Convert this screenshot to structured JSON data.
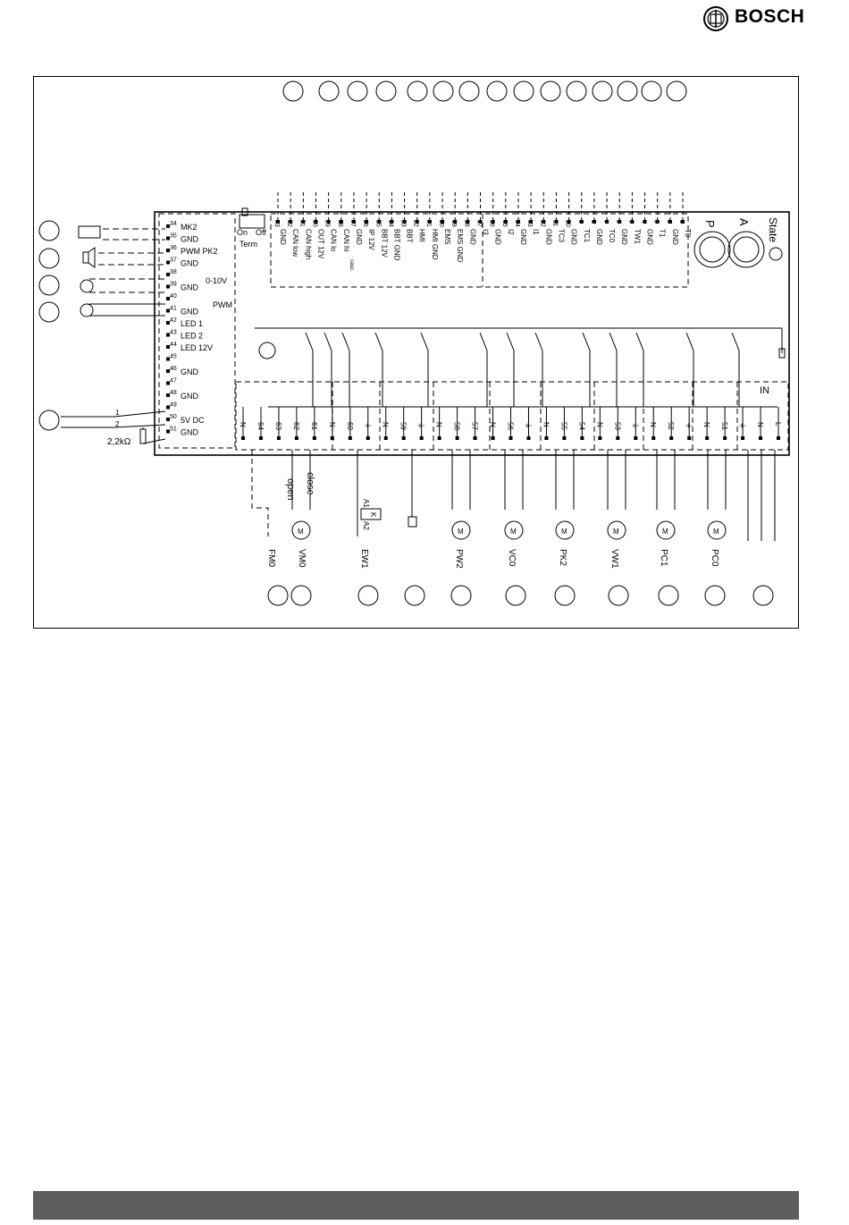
{
  "brand": {
    "name": "BOSCH"
  },
  "board": {
    "switch_labels": [
      "On",
      "Off"
    ],
    "switch_title": "Term",
    "rotary_labels": [
      "P",
      "A"
    ],
    "state_label": "State",
    "mains_label": "IN"
  },
  "left_terminals": [
    {
      "num": "34",
      "label": "MK2"
    },
    {
      "num": "35",
      "label": "GND"
    },
    {
      "num": "36",
      "label": "PWM PK2"
    },
    {
      "num": "37",
      "label": "GND"
    },
    {
      "num": "38",
      "label": ""
    },
    {
      "num": "39",
      "label": "GND"
    },
    {
      "num": "40",
      "label": ""
    },
    {
      "num": "41",
      "label": "GND"
    },
    {
      "num": "42",
      "label": "LED 1"
    },
    {
      "num": "43",
      "label": "LED 2"
    },
    {
      "num": "44",
      "label": "LED 12V"
    },
    {
      "num": "45",
      "label": ""
    },
    {
      "num": "46",
      "label": "GND"
    },
    {
      "num": "47",
      "label": ""
    },
    {
      "num": "48",
      "label": "GND"
    },
    {
      "num": "49",
      "label": ""
    },
    {
      "num": "50",
      "label": "5V DC"
    },
    {
      "num": "51",
      "label": "GND"
    }
  ],
  "signal_labels": {
    "analog": "0-10V",
    "pwm": "PWM",
    "resistor": "2,2kΩ",
    "switch_1": "1",
    "switch_2": "2"
  },
  "top_terminals": [
    {
      "num": "33",
      "label": "GND",
      "sub": ""
    },
    {
      "num": "32",
      "label": "CAN low",
      "sub": ""
    },
    {
      "num": "31",
      "label": "CAN high",
      "sub": ""
    },
    {
      "num": "30",
      "label": "OUT 12V",
      "sub": ""
    },
    {
      "num": "29",
      "label": "CAN lo",
      "sub": ""
    },
    {
      "num": "28",
      "label": "CAN hi",
      "sub": "casc."
    },
    {
      "num": "27",
      "label": "GND",
      "sub": ""
    },
    {
      "num": "26",
      "label": "IP 12V",
      "sub": ""
    },
    {
      "num": "25",
      "label": "BBT 12V",
      "sub": ""
    },
    {
      "num": "24",
      "label": "BBT GND",
      "sub": ""
    },
    {
      "num": "23",
      "label": "BBT",
      "sub": ""
    },
    {
      "num": "22",
      "label": "HMI",
      "sub": ""
    },
    {
      "num": "21",
      "label": "HMI GND",
      "sub": ""
    },
    {
      "num": "20",
      "label": "EMS",
      "sub": ""
    },
    {
      "num": "19",
      "label": "EMS GND",
      "sub": ""
    },
    {
      "num": "18",
      "label": "GND",
      "sub": ""
    },
    {
      "num": "17",
      "label": "I3",
      "sub": ""
    },
    {
      "num": "16",
      "label": "GND",
      "sub": ""
    },
    {
      "num": "15",
      "label": "I2",
      "sub": ""
    },
    {
      "num": "14",
      "label": "GND",
      "sub": ""
    },
    {
      "num": "13",
      "label": "I1",
      "sub": ""
    },
    {
      "num": "12",
      "label": "GND",
      "sub": ""
    },
    {
      "num": "11",
      "label": "TC3",
      "sub": ""
    },
    {
      "num": "10",
      "label": "GND",
      "sub": ""
    },
    {
      "num": "9",
      "label": "TC1",
      "sub": ""
    },
    {
      "num": "8",
      "label": "GND",
      "sub": ""
    },
    {
      "num": "7",
      "label": "TC0",
      "sub": ""
    },
    {
      "num": "6",
      "label": "GND",
      "sub": ""
    },
    {
      "num": "5",
      "label": "TW1",
      "sub": ""
    },
    {
      "num": "4",
      "label": "GND",
      "sub": ""
    },
    {
      "num": "3",
      "label": "T1",
      "sub": ""
    },
    {
      "num": "2",
      "label": "GND",
      "sub": ""
    },
    {
      "num": "1",
      "label": "T0",
      "sub": ""
    }
  ],
  "bottom_terminals": [
    "N",
    "64",
    "63",
    "62",
    "61",
    "N",
    "60",
    "⏚",
    "N",
    "59",
    "⏚",
    "N",
    "58",
    "57",
    "N",
    "56",
    "⏚",
    "N",
    "55",
    "54",
    "N",
    "53",
    "⏚",
    "N",
    "52",
    "⏚",
    "N",
    "51",
    "⏚",
    "N",
    "L"
  ],
  "valve_labels": {
    "open": "open",
    "close": "close"
  },
  "relay_labels": {
    "a1": "A1",
    "k": "K",
    "a2": "A2"
  },
  "devices": [
    "FM0",
    "VM0",
    "EW1",
    "PW2",
    "VC0",
    "PK2",
    "VW1",
    "PC1",
    "PC0"
  ]
}
